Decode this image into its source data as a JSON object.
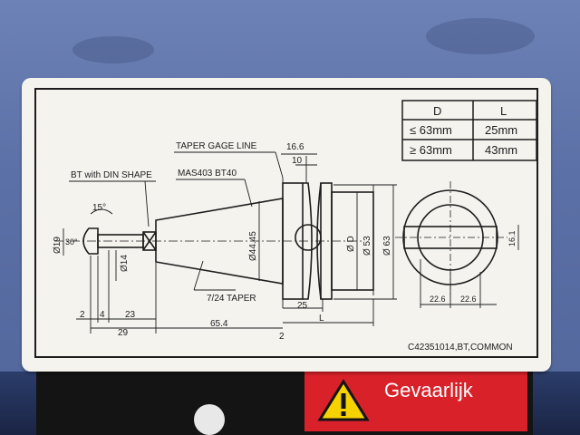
{
  "table": {
    "header_d": "D",
    "header_l": "L",
    "row1_d": "≤ 63mm",
    "row1_l": "25mm",
    "row2_d": "≥ 63mm",
    "row2_l": "43mm"
  },
  "labels": {
    "taper_gage_line": "TAPER GAGE LINE",
    "bt_din": "BT with DIN SHAPE",
    "mas403": "MAS403  BT40",
    "taper": "7/24 TAPER",
    "part_code": "C42351014,BT,COMMON"
  },
  "dims": {
    "d166": "16.6",
    "d10": "10",
    "d15deg": "15°",
    "d30deg": "30°",
    "d19": "Ø19",
    "d14": "Ø14",
    "d4445": "Ø44.45",
    "dD": "Ø D",
    "d53": "Ø 53",
    "d63": "Ø 63",
    "d161": "16.1",
    "d226a": "22.6",
    "d226b": "22.6",
    "d25": "25",
    "dL": "L",
    "d2a": "2",
    "d4": "4",
    "d23": "23",
    "d29": "29",
    "d654": "65.4",
    "d2b": "2"
  },
  "warning": {
    "text": "Gevaarlijk",
    "icon": "warning-triangle-icon"
  },
  "colors": {
    "wall": "#5b70a6",
    "label": "#f4f3ee",
    "warning_red": "#d9212a"
  }
}
